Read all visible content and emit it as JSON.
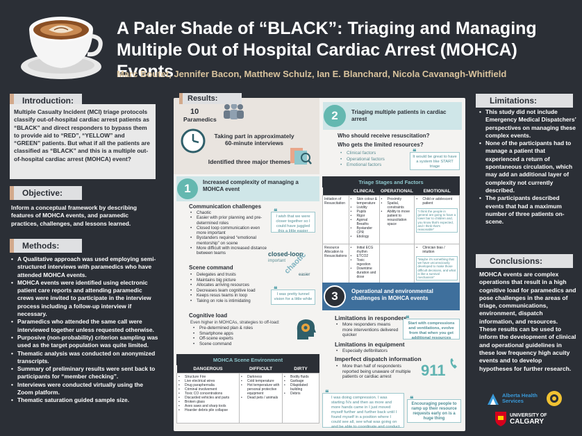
{
  "header": {
    "title_line1": "A Paler Shade of “BLACK”: Triaging and Managing",
    "title_line2": "Multiple Out of Hospital Cardiac Arrest (MOHCA) Events",
    "authors": "Marc Boutet, Jennifer Bacon, Matthew Schulz, Ian E. Blanchard, Nicola Cavanagh-Whitfield"
  },
  "introduction": {
    "label": "Introduction:",
    "text": "Multiple Casualty Incident (MCI) triage protocols classify out-of-hospital cardiac arrest patients as “BLACK” and direct responders to bypass them to provide aid to “RED”, “YELLOW” and “GREEN” patients. But what if all the patients are classified as “BLACK” and this is a multiple out-of-hospital cardiac arrest (MOHCA) event?"
  },
  "objective": {
    "label": "Objective:",
    "text": "Inform a conceptual framework by describing features of MOHCA events, and paramedic practices, challenges, and lessons learned."
  },
  "methods": {
    "label": "Methods:",
    "items": [
      "A Qualitative approach was used employing semi-structured interviews with paramedics who have attended MOHCA events.",
      "MOHCA events were identified using electronic patient care reports and attending paramedic crews were invited to participate in the interview process including a follow-up interview if necessary.",
      "Paramedics who attended the same call were interviewed together unless requested otherwise.",
      "Purposive (non-probability) criterion sampling was used as the target population was quite limited.",
      "Thematic analysis was conducted on anonymized transcripts.",
      "Summary of preliminary results were sent back to participants for “member checking”.",
      "Interviews were conducted virtually using the Zoom platform.",
      "Thematic saturation guided sample size."
    ]
  },
  "limitations": {
    "label": "Limitations:",
    "items": [
      "This study did not include Emergency Medical Dispatchers’ perspectives on managing these complex events.",
      "None of the participants had to manage a patient that experienced a return of spontaneous circulation, which may add an additional layer of complexity not currently described.",
      "The participants described events that had a maximum number of three patients on-scene."
    ]
  },
  "conclusions": {
    "label": "Conclusions:",
    "text": "MOHCA events are complex operations that result in a high cognitive load for paramedics and pose challenges in the areas of triage, communications, environment, dispatch information, and resources. These results can be used to inform the development of clinical and operational guidelines in these low frequency high acuity events and to develop hypotheses for further research."
  },
  "results": {
    "label": "Results:",
    "paramedics_num": "10",
    "paramedics_label": "Paramedics",
    "interviews": "Taking part in approximately 60-minute interviews",
    "themes": "Identified three major themes",
    "s1": {
      "num": "1",
      "title": "Increased complexity of managing a MOHCA event",
      "comm_title": "Communication challenges",
      "comm_items": [
        "Chaotic",
        "Easier with prior planning and pre-determined roles",
        "Closed loop communication even more important",
        "Bystanders required “emotional mentorship” on scene",
        "More difficult with increased distance between teams"
      ],
      "quote1": "I wish that we were closer together so I could have juggled this a little easier",
      "scene_title": "Scene command",
      "scene_items": [
        "Delegates and trusts",
        "Maintains big picture",
        "Allocates arriving resources",
        "Decreases team cognitive load",
        "Keeps resus teams in loop",
        "Taking on role is intimidating"
      ],
      "quote2": "I was pretty tunnel vision for a little while",
      "cog_title": "Cognitive load",
      "cog_intro": "Even higher in MOHCAs, strategies to off-load:",
      "cog_items": [
        "Pre-determined plan & roles",
        "Smartphone apps",
        "Off-scene experts",
        "Scene command"
      ],
      "cloud_words": [
        "closed-loop",
        "chaotic",
        "important",
        "easier"
      ]
    },
    "env_table": {
      "title": "MOHCA Scene Environment",
      "headers": [
        "DANGEROUS",
        "DIFFICULT",
        "DIRTY"
      ],
      "cols": [
        [
          "Structure Fire",
          "Live electrical wires",
          "Drug paraphernalia",
          "Criminal involvement",
          "Toxic CO concentrations",
          "Discarded vehicles and parts",
          "Broken glass",
          "Axes saws and sharp tools",
          "Hoarder debris pile collapse"
        ],
        [
          "Darkness",
          "Cold temperature",
          "Hot temperature with personal protective equipment",
          "Dead pets / animals"
        ],
        [
          "Bodily fluids",
          "Garbage",
          "Dilapidated building",
          "Debris"
        ]
      ]
    },
    "s2": {
      "num": "2",
      "title": "Triaging multiple patients in cardiac arrest",
      "q1": "Who should receive resuscitation?",
      "q2": "Who gets the limited resources?",
      "factors": [
        "Clinical factors",
        "Operational factors",
        "Emotional factors"
      ],
      "quote": "It would be great to have a system like START triage",
      "table_title": "Triage Stages and Factors",
      "headers": [
        "",
        "CLINICAL",
        "OPERATIONAL",
        "EMOTIONAL"
      ],
      "row1_label": "Initiation of Resuscitation",
      "row1_clin": [
        "Skin colour & temperature",
        "Lividity",
        "Pupils",
        "Rigor",
        "Agonal Breaths",
        "Bystander CPR",
        "Etiology"
      ],
      "row1_op": [
        "Proximity",
        "Spatial, constraints",
        "Ability to move patient to resuscitation space"
      ],
      "row1_emo": [
        "Child or adolescent patient"
      ],
      "row1_quote": "“I think the people in general are going to have a lower bar to children and, you know that’s expected, and I think that’s reasonable”",
      "row2_label": "Resource Allocation to Resuscitations",
      "row2_clin": [
        "Initial ECG rhythm",
        "ETCO2",
        "Toxic ingestion",
        "Downtime duration and dose"
      ],
      "row2_emo": [
        "Clinician bias / intuition"
      ],
      "row2_quote": "“Maybe it’s something that we have unconsciously developed to make those difficult decisions, and what is like a survival mechanism”"
    },
    "s3": {
      "num": "3",
      "title": "Operational and environmental challenges in MOHCA events",
      "resp_title": "Limitations in responders",
      "resp_items": [
        "More responders means more interventions delivered quicker"
      ],
      "resp_quote": "Start with compressions and ventilations, evolve from that when you get additional resources",
      "equip_title": "Limitations in equipment",
      "equip_items": [
        "Especially defibrillators"
      ],
      "disp_title": "Imperfect dispatch information",
      "disp_items": [
        "More than half of respondents reported being unaware of multiple patients or cardiac arrest"
      ],
      "phone": "911",
      "long_quote": "I was doing compression. I was starting IVs and then as more and more hands came in I just moved myself further and further back until I found myself in a position where I could see all, see what was going on and be able to coordinate and conduct.",
      "ramp_quote": "Encouraging people to ramp up their resource requests early on is a huge thing"
    }
  },
  "logos": {
    "ahs_line1": "Alberta Health",
    "ahs_line2": "Services",
    "uc_line1": "UNIVERSITY OF",
    "uc_line2": "CALGARY"
  },
  "colors": {
    "background": "#2b2f36",
    "accent_tan": "#d3aa8c",
    "teal": "#5b8d93",
    "author": "#d9c39d"
  }
}
